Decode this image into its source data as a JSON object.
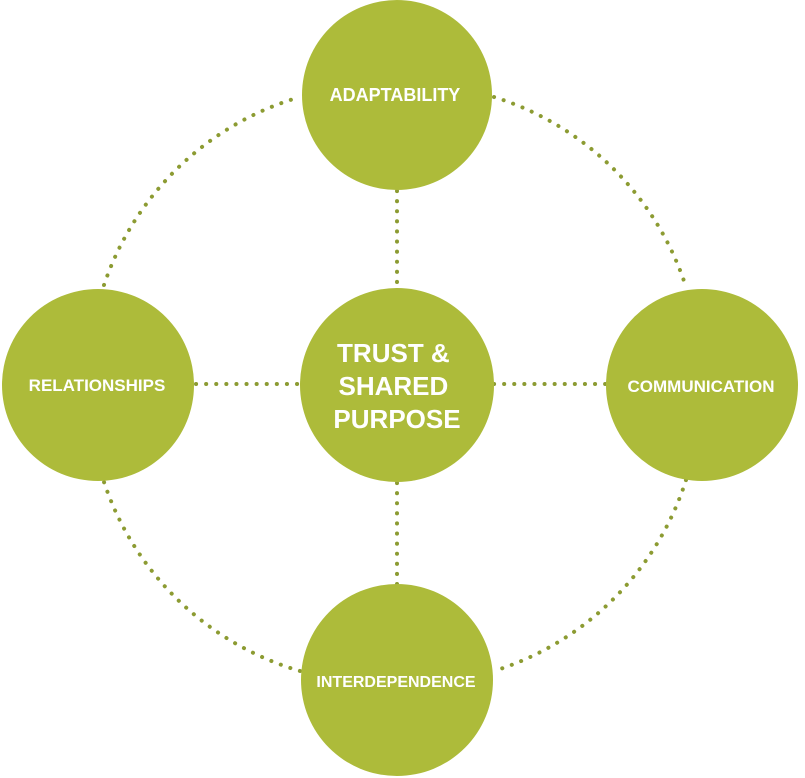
{
  "colors": {
    "node_fill": "#adbb3a",
    "connector": "#8c9b32",
    "label_text": "#ffffff",
    "background": "#ffffff"
  },
  "nodes": {
    "center": {
      "lines": [
        "TRUST &",
        "SHARED",
        "PURPOSE"
      ]
    },
    "top": {
      "label": "ADAPTABILITY"
    },
    "left": {
      "label": "RELATIONSHIPS"
    },
    "right": {
      "label": "COMMUNICATION"
    },
    "bottom": {
      "label": "INTERDEPENDENCE"
    }
  }
}
